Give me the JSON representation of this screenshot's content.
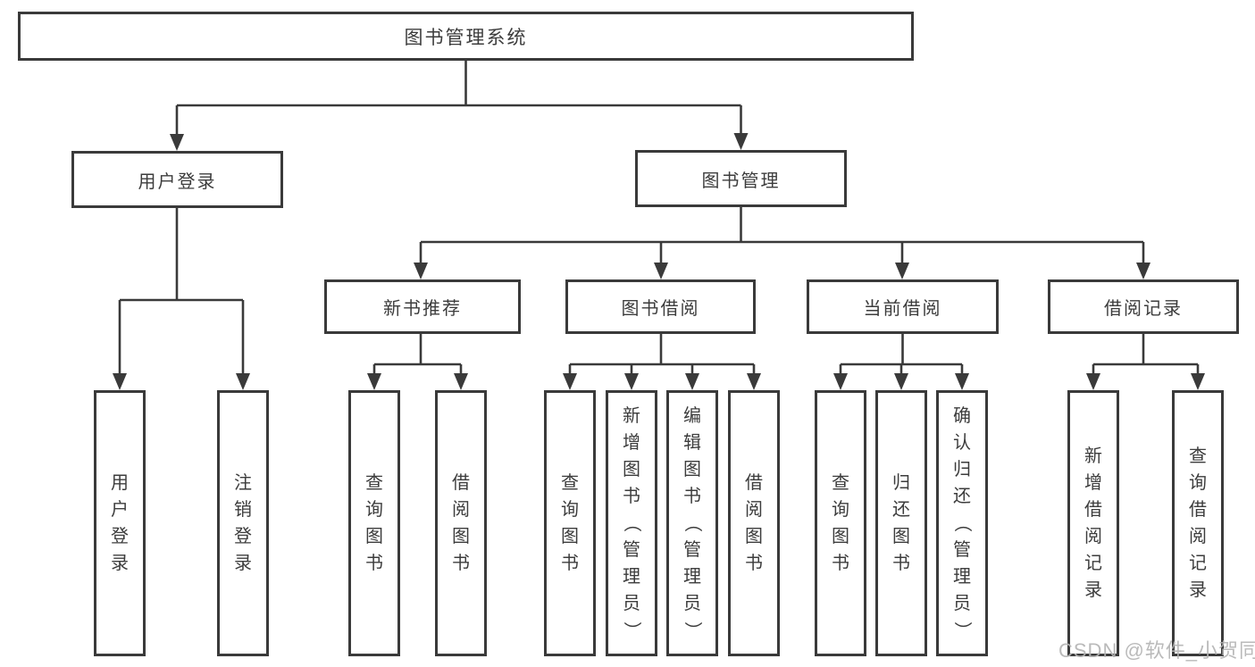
{
  "colors": {
    "line": "#3a3a3a",
    "text": "#3c3c3c",
    "watermark": "#b3b3b3"
  },
  "watermark": "CSDN @软件_小贺同学",
  "diagram": {
    "root": {
      "label": "图书管理系统"
    },
    "level2": [
      {
        "label": "用户登录",
        "leaves": [
          "用户登录",
          "注销登录"
        ]
      },
      {
        "label": "图书管理",
        "level3": [
          {
            "label": "新书推荐",
            "leaves": [
              "查询图书",
              "借阅图书"
            ]
          },
          {
            "label": "图书借阅",
            "leaves": [
              "查询图书",
              "新增图书（管理员）",
              "编辑图书（管理员）",
              "借阅图书"
            ]
          },
          {
            "label": "当前借阅",
            "leaves": [
              "查询图书",
              "归还图书",
              "确认归还（管理员）"
            ]
          },
          {
            "label": "借阅记录",
            "leaves": [
              "新增借阅记录",
              "查询借阅记录"
            ]
          }
        ]
      }
    ]
  }
}
